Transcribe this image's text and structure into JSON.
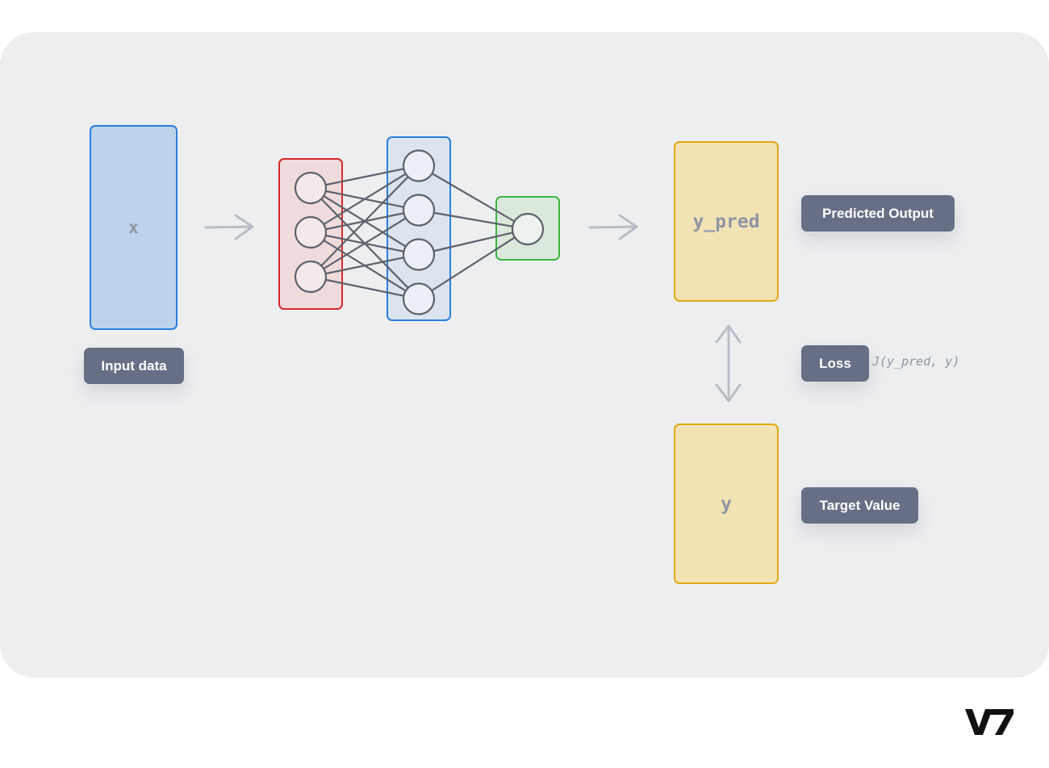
{
  "input": {
    "text": "x",
    "label": "Input data"
  },
  "prediction": {
    "text": "y_pred",
    "label": "Predicted Output"
  },
  "loss": {
    "label": "Loss",
    "formula": "J(y_pred, y)"
  },
  "target": {
    "text": "y",
    "label": "Target Value"
  },
  "network": {
    "layer_sizes": [
      3,
      4,
      1
    ]
  },
  "colors": {
    "input": "#2a7fde",
    "input_layer": "#d42a2a",
    "hidden_layer": "#2a7fde",
    "output_layer": "#3cb63c",
    "value_box": "#e0a911",
    "tag": "#666f85"
  },
  "logo": {
    "text": "V7"
  }
}
